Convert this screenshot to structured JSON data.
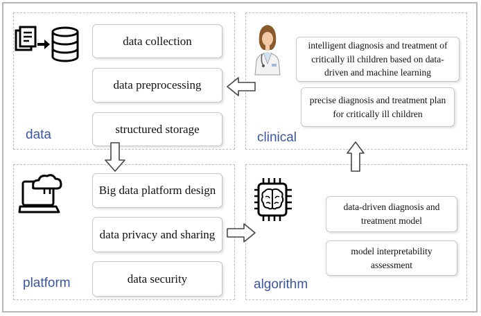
{
  "sections": {
    "data": {
      "label": "data",
      "items": [
        "data collection",
        "data preprocessing",
        "structured storage"
      ]
    },
    "clinical": {
      "label": "clinical",
      "items": [
        "intelligent diagnosis and treatment of critically ill children based on data-driven and machine learning",
        "precise diagnosis and treatment plan for critically ill children"
      ]
    },
    "platform": {
      "label": "platform",
      "items": [
        "Big data platform design",
        "data privacy and sharing",
        "data security"
      ]
    },
    "algorithm": {
      "label": "algorithm",
      "items": [
        "data-driven diagnosis and treatment model",
        "model interpretability assessment"
      ]
    }
  },
  "icons": {
    "data": "documents-to-database-icon",
    "clinical": "doctor-icon",
    "platform": "cloud-computer-icon",
    "algorithm": "brain-chip-icon"
  },
  "colors": {
    "section_label": "#3a55a4",
    "dashed_border": "#bdbdbd",
    "arrow": "#444444"
  }
}
